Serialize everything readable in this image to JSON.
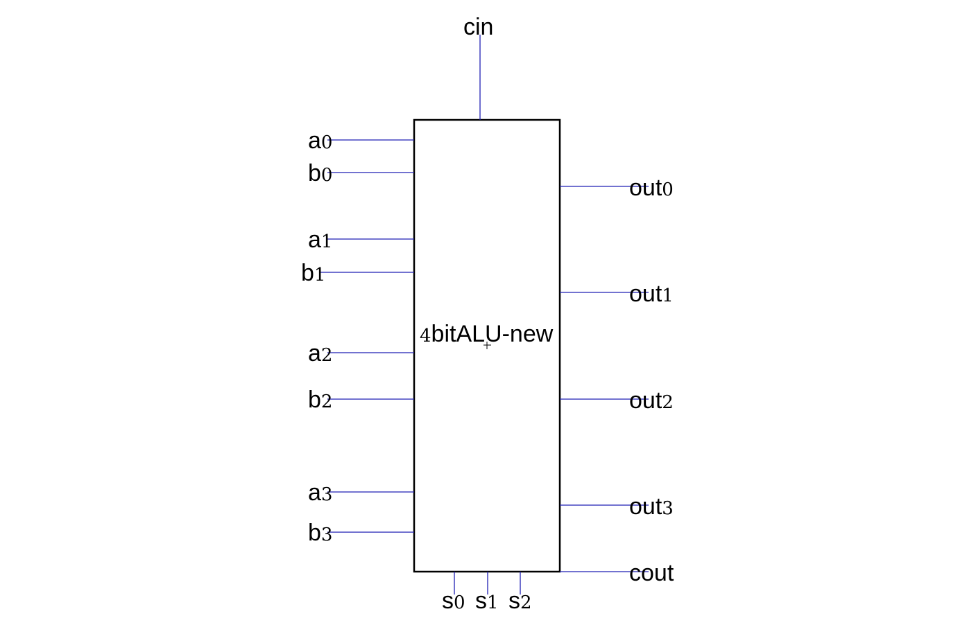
{
  "block": {
    "label_prefix": "4",
    "label_main": "bitALU-new"
  },
  "pins": {
    "cin": {
      "base": "cin",
      "sub": ""
    },
    "a0": {
      "base": "a",
      "sub": "0"
    },
    "b0": {
      "base": "b",
      "sub": "0"
    },
    "a1": {
      "base": "a",
      "sub": "1"
    },
    "b1": {
      "base": "b",
      "sub": "1"
    },
    "a2": {
      "base": "a",
      "sub": "2"
    },
    "b2": {
      "base": "b",
      "sub": "2"
    },
    "a3": {
      "base": "a",
      "sub": "3"
    },
    "b3": {
      "base": "b",
      "sub": "3"
    },
    "out0": {
      "base": "out",
      "sub": "0"
    },
    "out1": {
      "base": "out",
      "sub": "1"
    },
    "out2": {
      "base": "out",
      "sub": "2"
    },
    "out3": {
      "base": "out",
      "sub": "3"
    },
    "cout": {
      "base": "cout",
      "sub": ""
    },
    "s0": {
      "base": "s",
      "sub": "0"
    },
    "s1": {
      "base": "s",
      "sub": "1"
    },
    "s2": {
      "base": "s",
      "sub": "2"
    }
  },
  "colors": {
    "wire": "#1f1fb4",
    "block_outline": "#000000",
    "text": "#000000"
  }
}
